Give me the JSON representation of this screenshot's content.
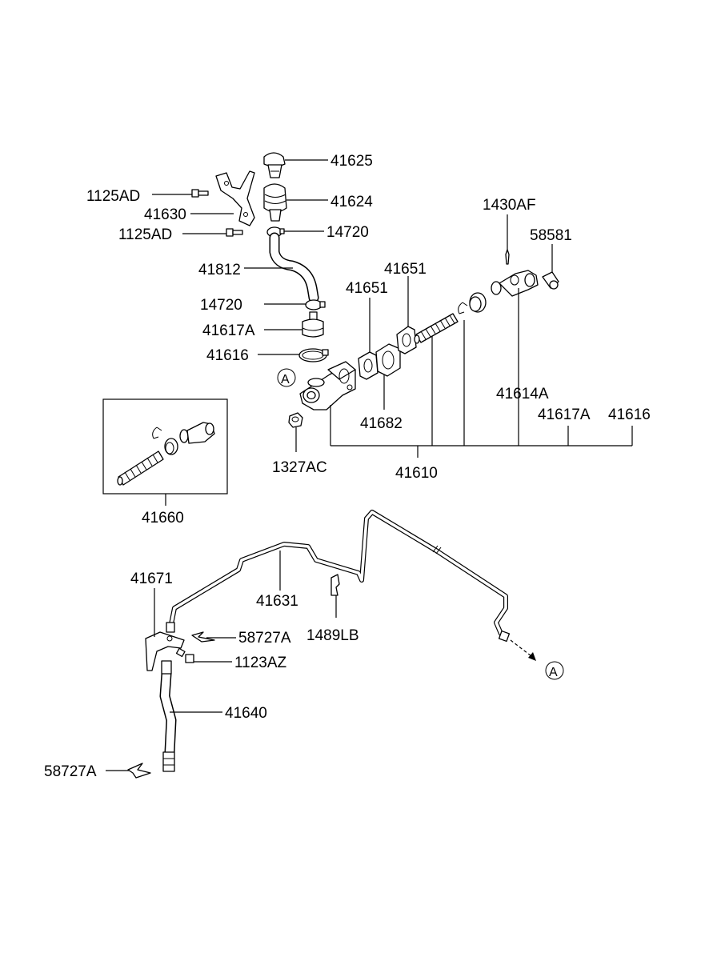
{
  "labels": {
    "p41625": "41625",
    "p41624": "41624",
    "p1125AD_a": "1125AD",
    "p41630": "41630",
    "p1125AD_b": "1125AD",
    "p14720_a": "14720",
    "p41812": "41812",
    "p14720_b": "14720",
    "p41617A_a": "41617A",
    "p41616_a": "41616",
    "p41651_a": "41651",
    "p41651_b": "41651",
    "p1430AF": "1430AF",
    "p58581": "58581",
    "p41614A": "41614A",
    "p41682": "41682",
    "p41617A_b": "41617A",
    "p41616_b": "41616",
    "p1327AC": "1327AC",
    "p41610": "41610",
    "p41660": "41660",
    "p41671": "41671",
    "p41631": "41631",
    "p58727A_a": "58727A",
    "p1489LB": "1489LB",
    "p1123AZ": "1123AZ",
    "p41640": "41640",
    "p58727A_b": "58727A"
  },
  "refs": {
    "ref_a1": "A",
    "ref_a2": "A"
  }
}
